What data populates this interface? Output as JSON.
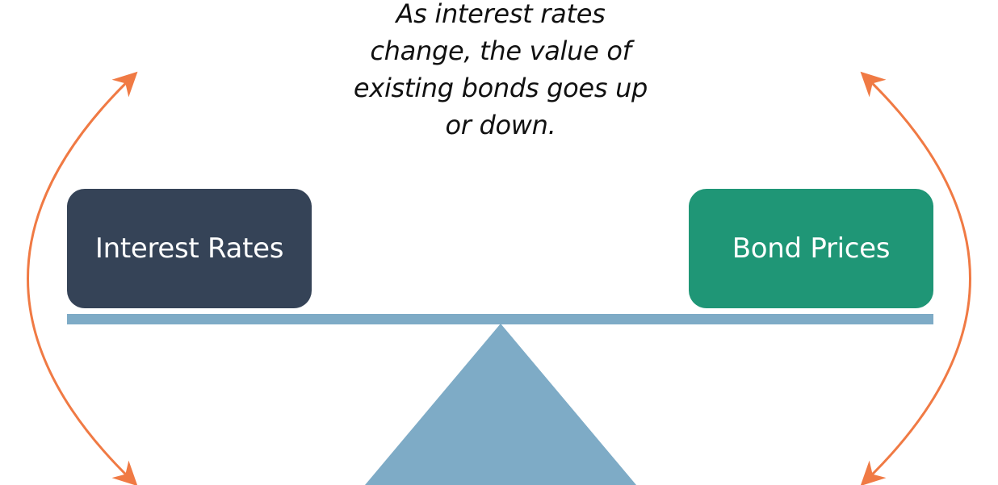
{
  "caption": {
    "lines": [
      "As interest rates",
      "change, the value of",
      "existing bonds goes up",
      "or down."
    ]
  },
  "left_box": {
    "label": "Interest Rates"
  },
  "right_box": {
    "label": "Bond Prices"
  },
  "colors": {
    "left_box": "#354357",
    "right_box": "#1f9676",
    "seesaw": "#7eabc6",
    "arrows": "#f07a44"
  }
}
